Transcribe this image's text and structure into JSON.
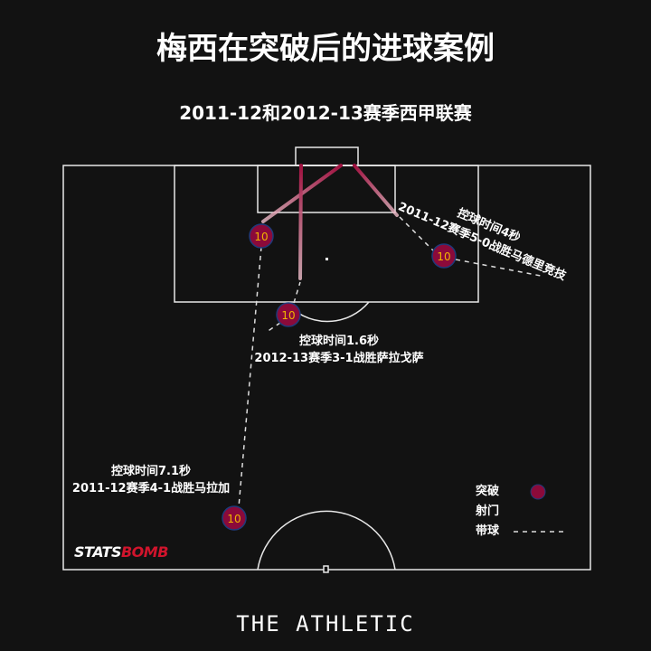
{
  "title": "梅西在突破后的进球案例",
  "subtitle": "2011-12和2012-13赛季西甲联赛",
  "player_number": "10",
  "annotations": [
    {
      "duration": "控球时间4秒",
      "match": "2011-12赛季5-0战胜马德里竞技"
    },
    {
      "duration": "控球时间1.6秒",
      "match": "2012-13赛季3-1战胜萨拉戈萨"
    },
    {
      "duration": "控球时间7.1秒",
      "match": "2011-12赛季4-1战胜马拉加"
    }
  ],
  "legend": {
    "dribble_past": "突破",
    "shot": "射门",
    "carry": "带球"
  },
  "logo": {
    "part1": "STATS",
    "part2": "BOMB"
  },
  "brand": "THE ATHLETIC",
  "colors": {
    "marker": "#8b0a3a",
    "marker_border": "#1f3a7a",
    "number": "#f0b400",
    "shot": "#a0103f"
  }
}
